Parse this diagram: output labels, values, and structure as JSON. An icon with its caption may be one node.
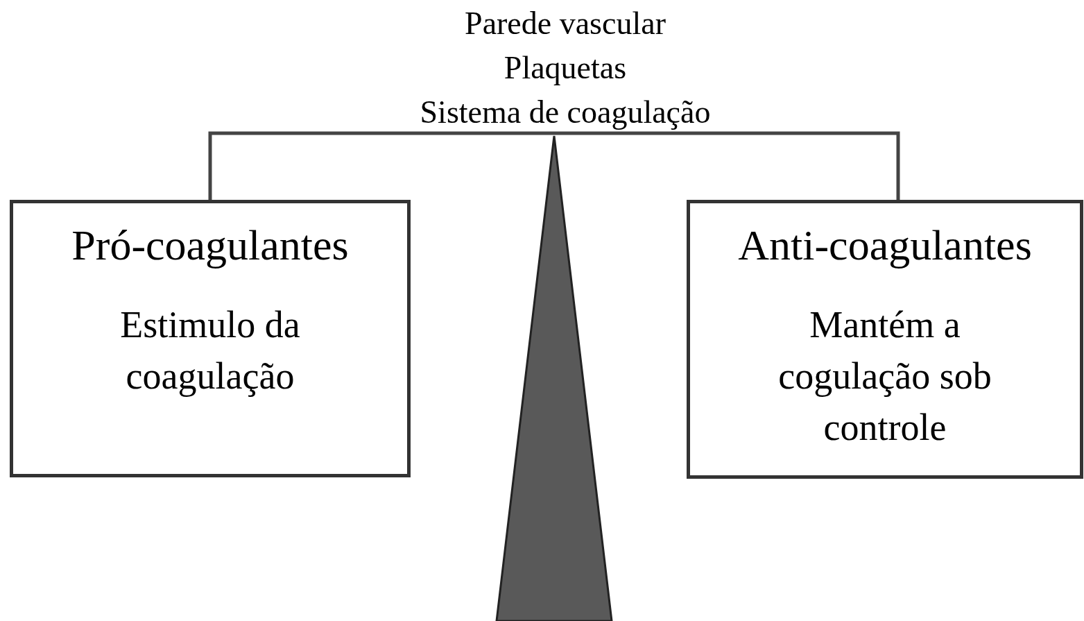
{
  "diagram": {
    "nodes": [
      {
        "text": [
          "Pró-coagulantes",
          "Estimulo da coagulação"
        ]
      },
      {
        "text": [
          "Anti-coagulantes",
          "Mantém a cogulação sob controle"
        ]
      },
      {
        "text": [],
        "shape": "triangle"
      }
    ],
    "edges": [
      {
        "from": 0,
        "to": 1,
        "arrow": "none"
      }
    ],
    "labels": [
      "Parede vascular",
      "Plaquetas",
      "Sistema de coagulação"
    ]
  }
}
